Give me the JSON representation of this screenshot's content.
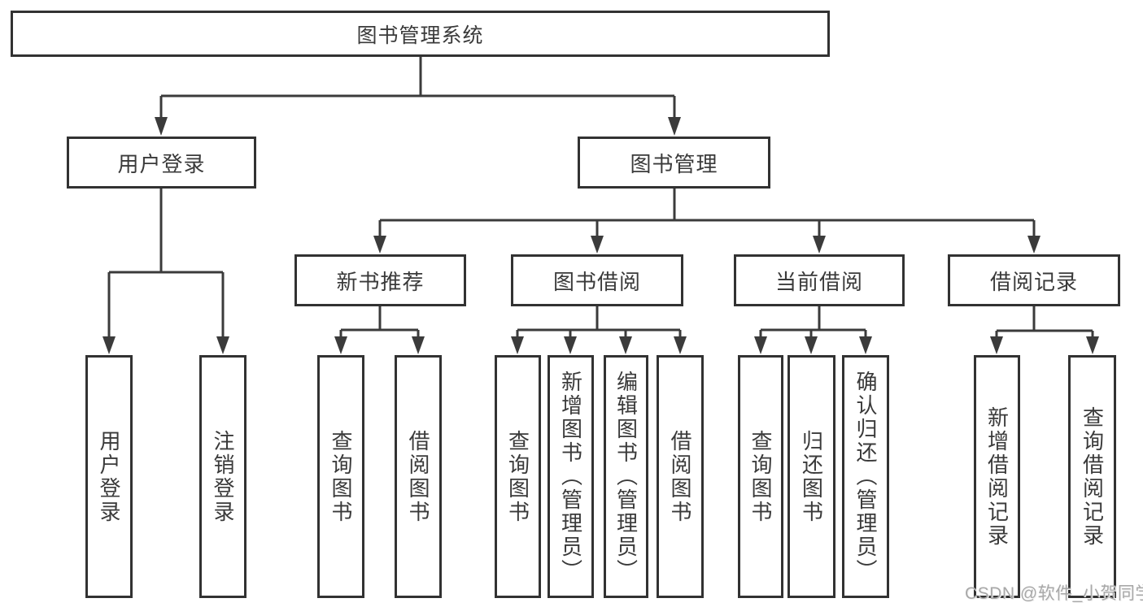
{
  "diagram": {
    "colors": {
      "line": "#3b3b3b",
      "box_border": "#323232",
      "text": "#3a3a3a",
      "background": "#ffffff",
      "watermark_text": "#a8a8a8"
    },
    "tree": {
      "root": "图书管理系统",
      "branches": [
        {
          "label": "用户登录",
          "leaves": [
            "用户登录",
            "注销登录"
          ]
        },
        {
          "label": "图书管理",
          "groups": [
            {
              "label": "新书推荐",
              "leaves": [
                "查询图书",
                "借阅图书"
              ]
            },
            {
              "label": "图书借阅",
              "leaves": [
                "查询图书",
                "新增图书（管理员）",
                "编辑图书（管理员）",
                "借阅图书"
              ]
            },
            {
              "label": "当前借阅",
              "leaves": [
                "查询图书",
                "归还图书",
                "确认归还（管理员）"
              ]
            },
            {
              "label": "借阅记录",
              "leaves": [
                "新增借阅记录",
                "查询借阅记录"
              ]
            }
          ]
        }
      ]
    },
    "watermark": "CSDN @软件_小贺同学"
  }
}
